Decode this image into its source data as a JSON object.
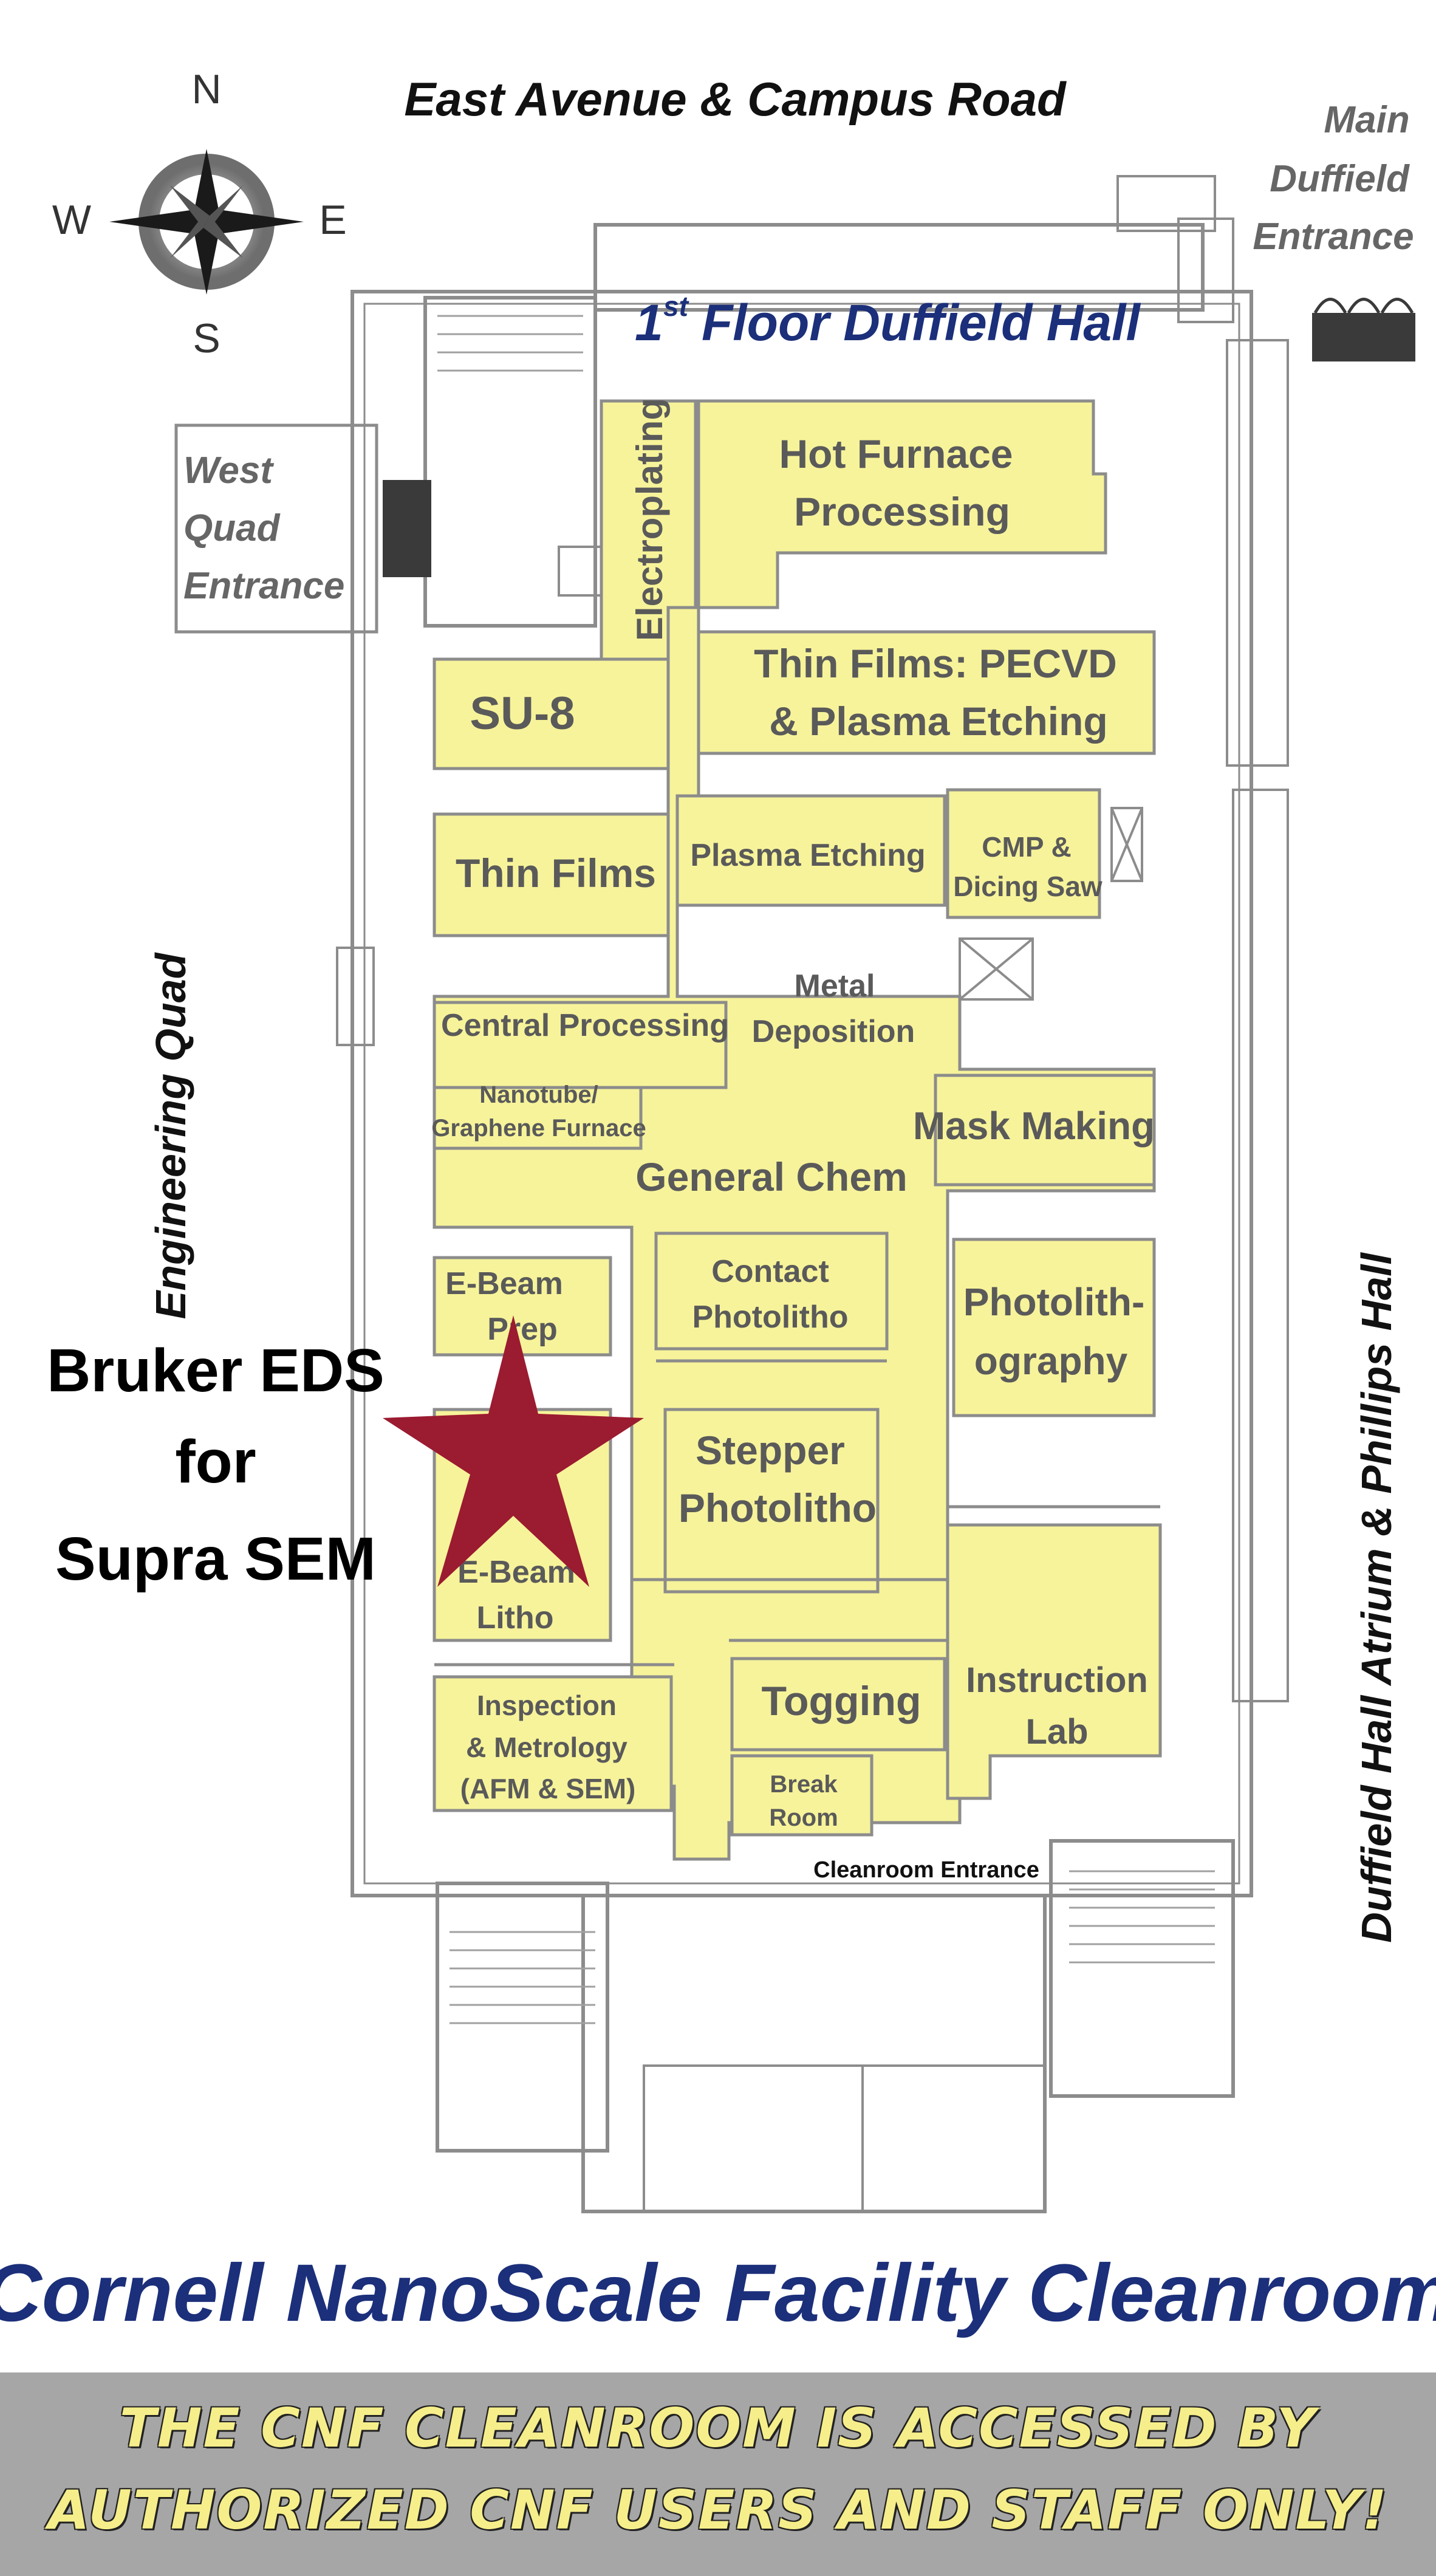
{
  "compass": {
    "n": "N",
    "s": "S",
    "e": "E",
    "w": "W",
    "icon": "compass-rose-icon"
  },
  "streets": {
    "north": "East Avenue & Campus Road",
    "west": "Engineering Quad",
    "east": "Duffield Hall Atrium & Phillips Hall"
  },
  "entrances": {
    "main_duffield": [
      "Main",
      "Duffield",
      "Entrance"
    ],
    "west_quad": [
      "West",
      "Quad",
      "Entrance"
    ],
    "cleanroom": "Cleanroom Entrance"
  },
  "floor_title": {
    "main": "Floor Duffield Hall",
    "ordinal": "1",
    "suffix": "st"
  },
  "rooms": {
    "hot_furnace": [
      "Hot Furnace",
      "Processing"
    ],
    "electroplating": "Electroplating",
    "thin_films_pecvd": [
      "Thin Films: PECVD",
      "& Plasma Etching"
    ],
    "su8": "SU-8",
    "thin_films": "Thin Films",
    "plasma_etching": "Plasma Etching",
    "cmp": [
      "CMP &",
      "Dicing Saw"
    ],
    "central_processing": "Central Processing",
    "metal_deposition": [
      "Metal",
      "Deposition"
    ],
    "nanotube": [
      "Nanotube/",
      "Graphene Furnace"
    ],
    "mask_making": "Mask Making",
    "general_chem": "General Chem",
    "ebeam_prep": [
      "E-Beam",
      "Prep"
    ],
    "contact_photolitho": [
      "Contact",
      "Photolitho"
    ],
    "photolithography": [
      "Photolith-",
      "ography"
    ],
    "stepper_photolitho": [
      "Stepper",
      "Photolitho"
    ],
    "ebeam_litho": [
      "E-Beam",
      "Litho"
    ],
    "inspection": [
      "Inspection",
      "& Metrology",
      "(AFM & SEM)"
    ],
    "togging": "Togging",
    "instruction_lab": [
      "Instruction",
      "Lab"
    ],
    "break_room": [
      "Break",
      "Room"
    ]
  },
  "marker": {
    "icon": "star-marker-icon",
    "color": "#9b1b30",
    "label": [
      "Bruker EDS",
      "for",
      "Supra SEM"
    ]
  },
  "facility_title": "Cornell NanoScale Facility Cleanroom",
  "notice": [
    "THE CNF CLEANROOM IS ACCESSED BY",
    "AUTHORIZED CNF USERS AND STAFF ONLY!"
  ],
  "colors": {
    "room_fill": "#f7f39a",
    "title_blue": "#1b2f7a",
    "room_text": "#5a5a5a",
    "banner_gray": "#a6a6a6",
    "notice_yellow": "#f6ee8a"
  }
}
